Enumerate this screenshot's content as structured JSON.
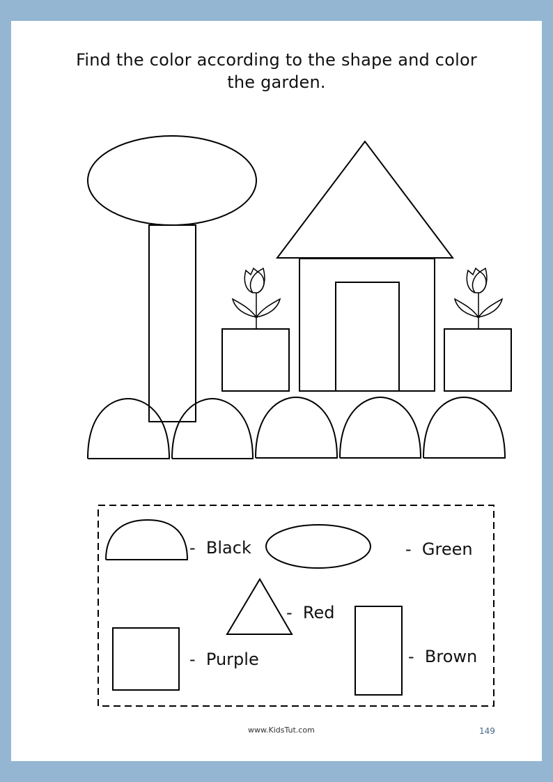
{
  "worksheet": {
    "title_line1": "Find the color according to the shape and color",
    "title_line2": "the garden."
  },
  "scene": {
    "elements": [
      {
        "shape": "ellipse",
        "object": "tree-crown"
      },
      {
        "shape": "rectangle",
        "object": "tree-trunk"
      },
      {
        "shape": "triangle",
        "object": "house-roof"
      },
      {
        "shape": "rectangle",
        "object": "house-wall"
      },
      {
        "shape": "rectangle",
        "object": "house-door"
      },
      {
        "shape": "square",
        "object": "flower-pot-left"
      },
      {
        "shape": "square",
        "object": "flower-pot-right"
      },
      {
        "shape": "tulip",
        "object": "flower-left"
      },
      {
        "shape": "tulip",
        "object": "flower-right"
      },
      {
        "shape": "semicircle",
        "object": "bush",
        "count": 5
      }
    ]
  },
  "legend": {
    "items": [
      {
        "shape": "semicircle",
        "label": "-  Black"
      },
      {
        "shape": "ellipse",
        "label": "-  Green"
      },
      {
        "shape": "triangle",
        "label": "-  Red"
      },
      {
        "shape": "square",
        "label": "-  Purple"
      },
      {
        "shape": "rectangle",
        "label": "-  Brown"
      }
    ]
  },
  "footer": {
    "website": "www.KidsTut.com",
    "page_number": "149"
  },
  "colors": {
    "border": "#94b6d3",
    "page": "#ffffff",
    "ink": "#000000",
    "page_number": "#4a6a8a"
  }
}
